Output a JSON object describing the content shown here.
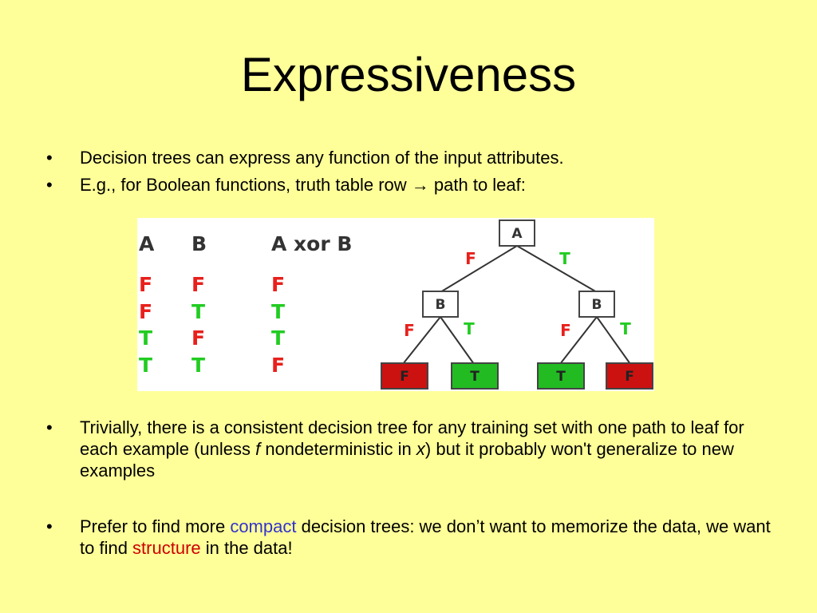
{
  "title": "Expressiveness",
  "bullets_top": [
    "Decision trees can express any function of the input attributes.",
    "E.g., for Boolean functions, truth table row → path to leaf:"
  ],
  "bullet3": {
    "part1": "Trivially, there is a consistent decision tree for any training set with one path to leaf for each example (unless ",
    "var_f": "f",
    "part2": " nondeterministic in ",
    "var_x": "x",
    "part3": ") but it probably won't generalize to new examples"
  },
  "bullet4": {
    "part1": "Prefer to find more ",
    "highlight1": "compact",
    "part2": " decision trees: we don’t want to memorize the data, we want to find ",
    "highlight2": "structure",
    "part3": " in the data!"
  },
  "colors": {
    "background": "#ffff99",
    "false": "#e8201c",
    "true": "#22cc22",
    "leaf_false": "#cc1111",
    "leaf_true": "#22bb22",
    "compact": "#3333cc",
    "structure": "#cc0000"
  },
  "truth_table": {
    "headers": [
      "A",
      "B",
      "A xor B"
    ],
    "rows": [
      [
        "F",
        "F",
        "F"
      ],
      [
        "F",
        "T",
        "T"
      ],
      [
        "T",
        "F",
        "T"
      ],
      [
        "T",
        "T",
        "F"
      ]
    ]
  },
  "tree": {
    "root": "A",
    "root_edges": [
      "F",
      "T"
    ],
    "children": [
      {
        "label": "B",
        "edges": [
          "F",
          "T"
        ],
        "leaves": [
          "F",
          "T"
        ]
      },
      {
        "label": "B",
        "edges": [
          "F",
          "T"
        ],
        "leaves": [
          "T",
          "F"
        ]
      }
    ]
  }
}
